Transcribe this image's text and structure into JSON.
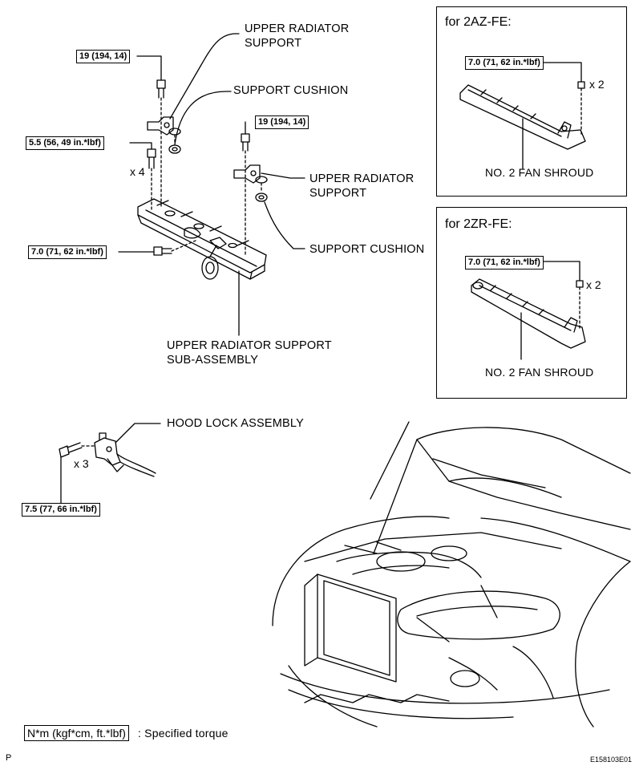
{
  "labels": {
    "upper_support_1": [
      "UPPER RADIATOR",
      "SUPPORT"
    ],
    "cushion_1": "SUPPORT CUSHION",
    "upper_support_2": [
      "UPPER RADIATOR",
      "SUPPORT"
    ],
    "cushion_2": "SUPPORT CUSHION",
    "sub_assembly": [
      "UPPER RADIATOR SUPPORT",
      "SUB-ASSEMBLY"
    ],
    "hood_lock": "HOOD LOCK ASSEMBLY"
  },
  "torques": {
    "bolt_top_left": "19 (194, 14)",
    "bolt_top_mid": "19 (194, 14)",
    "bolt_side": "5.5 (56, 49 in.*lbf)",
    "bolt_front": "7.0 (71, 62 in.*lbf)",
    "hood_lock_bolt": "7.5 (77, 66 in.*lbf)"
  },
  "quantities": {
    "side_bolts": "x 4",
    "hood_lock_bolts": "x 3"
  },
  "variants": [
    {
      "title": "for 2AZ-FE:",
      "torque": "7.0 (71, 62 in.*lbf)",
      "quantity": "x 2",
      "part": "NO. 2 FAN SHROUD"
    },
    {
      "title": "for 2ZR-FE:",
      "torque": "7.0 (71, 62 in.*lbf)",
      "quantity": "x 2",
      "part": "NO. 2 FAN SHROUD"
    }
  ],
  "legend": {
    "unit": "N*m (kgf*cm, ft.*lbf)",
    "meaning": ": Specified torque"
  },
  "footer": {
    "left_mark": "P",
    "figure_id": "E158103E01"
  }
}
